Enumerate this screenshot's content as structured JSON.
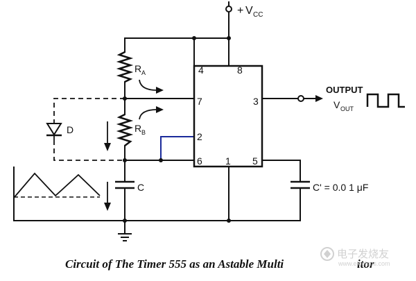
{
  "supply": {
    "sign": "+",
    "label": "V",
    "sub": "CC"
  },
  "resistor_a": {
    "label": "R",
    "sub": "A"
  },
  "resistor_b": {
    "label": "R",
    "sub": "B"
  },
  "diode": {
    "label": "D"
  },
  "capacitor_c": {
    "label": "C"
  },
  "capacitor_c2": {
    "label": "C' = 0.0 1 μF"
  },
  "ic_pins": {
    "p4": "4",
    "p8": "8",
    "p7": "7",
    "p3": "3",
    "p2": "2",
    "p6": "6",
    "p1": "1",
    "p5": "5"
  },
  "output": {
    "title": "OUTPUT",
    "v": "V",
    "sub": "OUT"
  },
  "caption": "Circuit of The Timer 555 as an Astable Multi",
  "caption_tail": "itor",
  "watermark": "电子发烧友",
  "watermark_url": "www.elecfans.com",
  "colors": {
    "ink": "#111111",
    "pin2_link": "#1a2a9a",
    "watermark": "#c9c9c9"
  }
}
